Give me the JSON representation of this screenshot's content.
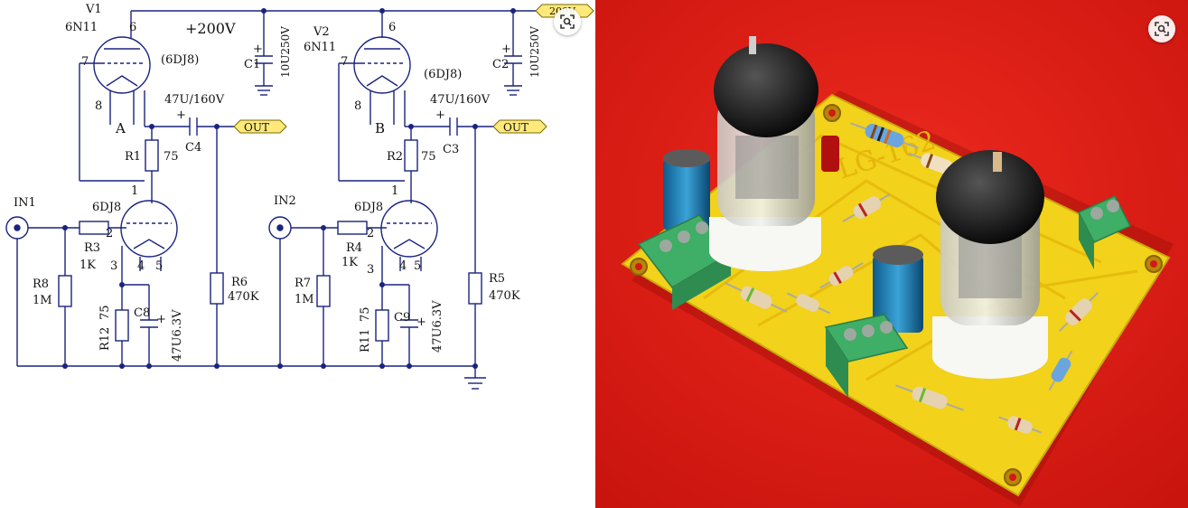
{
  "schematic": {
    "supply": "+200V",
    "tubes": [
      {
        "ref": "V1",
        "type": "6N11",
        "alt": "(6DJ8)",
        "section": "A"
      },
      {
        "ref": "V2",
        "type": "6N11",
        "alt": "(6DJ8)",
        "section": "B"
      }
    ],
    "lower_tube_label": "6DJ8",
    "pins": {
      "p6": "6",
      "p7": "7",
      "p8": "8",
      "p1": "1",
      "p2": "2",
      "p3": "3",
      "p4": "4",
      "p5": "5"
    },
    "inputs": [
      "IN1",
      "IN2"
    ],
    "outputs": [
      "OUT",
      "OUT"
    ],
    "top_net_label": "200V",
    "plus": "+",
    "components": {
      "C1": {
        "ref": "C1",
        "value": "10U250V"
      },
      "C2": {
        "ref": "C2",
        "value": "10U250V"
      },
      "C3": {
        "ref": "C3",
        "value": "47U/160V"
      },
      "C4": {
        "ref": "C4",
        "value": "47U/160V"
      },
      "C8": {
        "ref": "C8",
        "value": "47U6.3V"
      },
      "C9": {
        "ref": "C9",
        "value": "47U6.3V"
      },
      "R1": {
        "ref": "R1",
        "value": "75"
      },
      "R2": {
        "ref": "R2",
        "value": "75"
      },
      "R3": {
        "ref": "R3",
        "value": "1K"
      },
      "R4": {
        "ref": "R4",
        "value": "1K"
      },
      "R5": {
        "ref": "R5",
        "value": "470K"
      },
      "R6": {
        "ref": "R6",
        "value": "470K"
      },
      "R7": {
        "ref": "R7",
        "value": "1M"
      },
      "R8": {
        "ref": "R8",
        "value": "1M"
      },
      "R11": {
        "ref": "R11",
        "value": "75"
      },
      "R12": {
        "ref": "R12",
        "value": "75"
      }
    }
  },
  "photo": {
    "board_text": "LG-162",
    "colors": {
      "background": "#e21b14",
      "board": "#f2d21a",
      "terminal": "#3fae66"
    }
  },
  "icons": {
    "lens": "lens-search-icon"
  }
}
